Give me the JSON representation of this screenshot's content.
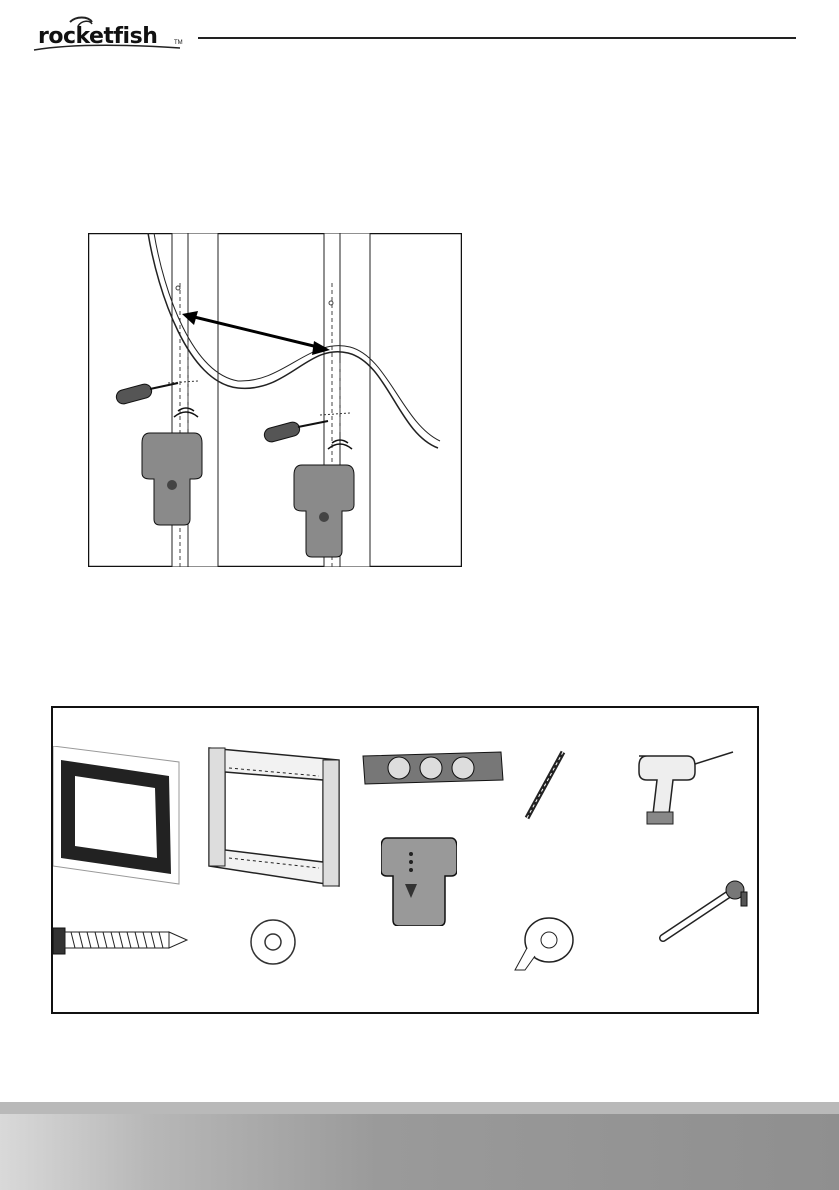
{
  "header": {
    "brand": "rocketfish",
    "trademark": "TM"
  },
  "figures": {
    "stud_finding": {
      "icon": "stud-finder-wall-diagram"
    },
    "tools_and_parts": {
      "items": [
        {
          "icon": "mounting-template-icon"
        },
        {
          "icon": "wall-plate-icon"
        },
        {
          "icon": "level-icon"
        },
        {
          "icon": "drill-bit-icon"
        },
        {
          "icon": "power-drill-icon"
        },
        {
          "icon": "stud-finder-icon"
        },
        {
          "icon": "lag-bolt-icon"
        },
        {
          "icon": "washer-icon"
        },
        {
          "icon": "tape-icon"
        },
        {
          "icon": "socket-wrench-icon"
        }
      ]
    }
  }
}
